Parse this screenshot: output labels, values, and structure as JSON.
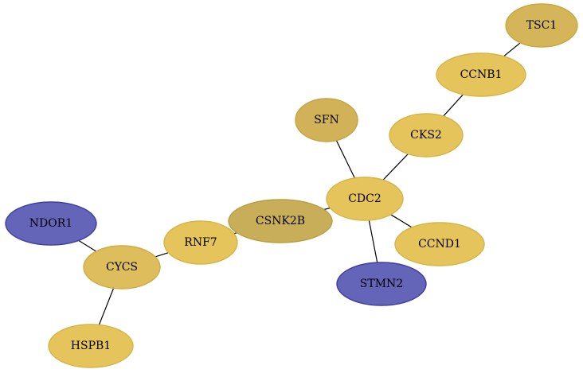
{
  "nodes": [
    {
      "id": "TSC1",
      "label": "TSC1",
      "fill": "#d4b559",
      "stroke": "#c8a93f"
    },
    {
      "id": "CCNB1",
      "label": "CCNB1",
      "fill": "#e5c45c",
      "stroke": "#d6b546"
    },
    {
      "id": "CKS2",
      "label": "CKS2",
      "fill": "#e5c45c",
      "stroke": "#d6b546"
    },
    {
      "id": "SFN",
      "label": "SFN",
      "fill": "#d1b259",
      "stroke": "#c4a540"
    },
    {
      "id": "CDC2",
      "label": "CDC2",
      "fill": "#e5c45c",
      "stroke": "#d6b546"
    },
    {
      "id": "CCND1",
      "label": "CCND1",
      "fill": "#e5c45c",
      "stroke": "#d6b546"
    },
    {
      "id": "STMN2",
      "label": "STMN2",
      "fill": "#6464b8",
      "stroke": "#3e3ea0"
    },
    {
      "id": "CSNK2B",
      "label": "CSNK2B",
      "fill": "#c9ae5a",
      "stroke": "#b89e43"
    },
    {
      "id": "RNF7",
      "label": "RNF7",
      "fill": "#e5c45c",
      "stroke": "#d6b546"
    },
    {
      "id": "CYCS",
      "label": "CYCS",
      "fill": "#ddbd5c",
      "stroke": "#cdae46"
    },
    {
      "id": "NDOR1",
      "label": "NDOR1",
      "fill": "#6464b8",
      "stroke": "#3e3ea0"
    },
    {
      "id": "HSPB1",
      "label": "HSPB1",
      "fill": "#e5c45c",
      "stroke": "#d6b546"
    }
  ],
  "edges": [
    [
      "TSC1",
      "CCNB1"
    ],
    [
      "CCNB1",
      "CKS2"
    ],
    [
      "CKS2",
      "CDC2"
    ],
    [
      "SFN",
      "CDC2"
    ],
    [
      "CDC2",
      "CCND1"
    ],
    [
      "CDC2",
      "STMN2"
    ],
    [
      "CDC2",
      "CSNK2B"
    ],
    [
      "CSNK2B",
      "RNF7"
    ],
    [
      "RNF7",
      "CYCS"
    ],
    [
      "NDOR1",
      "CYCS"
    ],
    [
      "CYCS",
      "HSPB1"
    ]
  ]
}
